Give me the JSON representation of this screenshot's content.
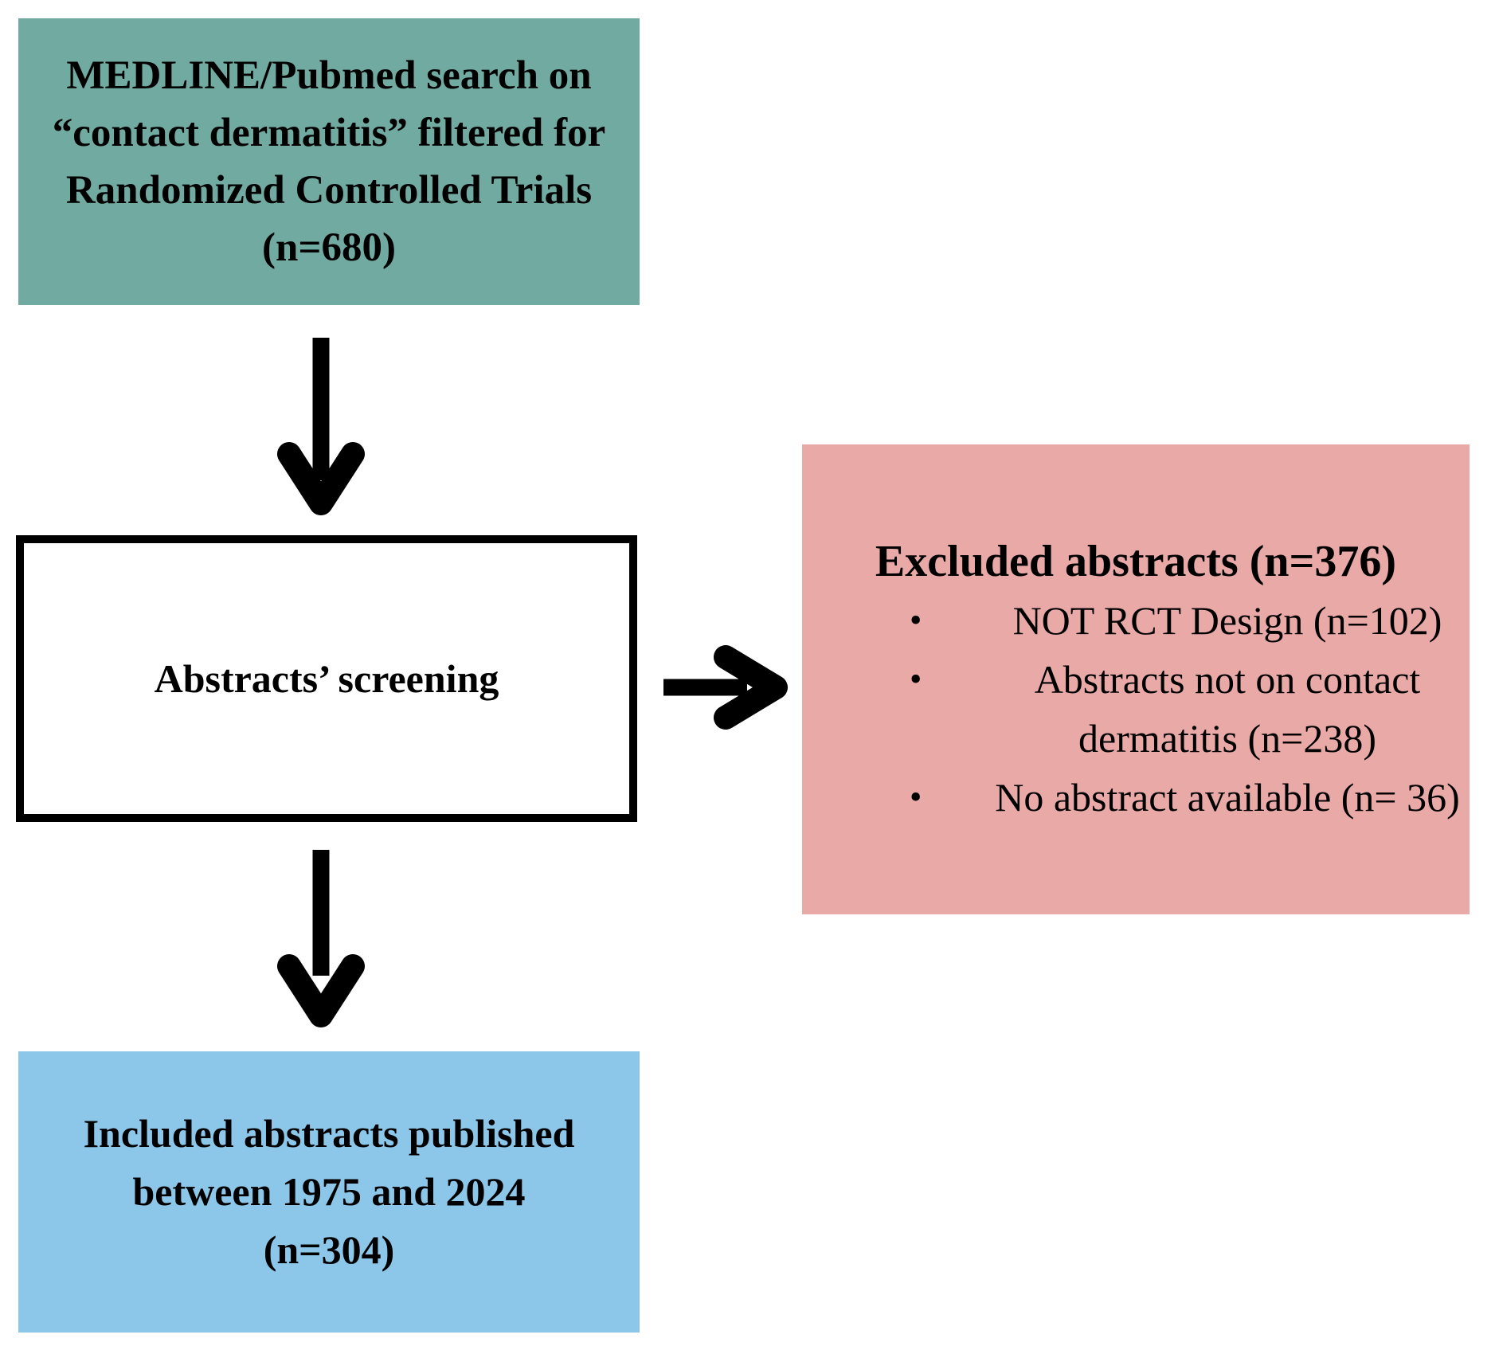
{
  "diagram": {
    "background_color": "#ffffff",
    "arrow_color": "#000000",
    "boxes": {
      "search": {
        "bg_color": "#71aaa0",
        "lines": [
          "MEDLINE/Pubmed search on",
          "“contact dermatitis” filtered for",
          "Randomized Controlled Trials",
          "(n=680)"
        ]
      },
      "screening": {
        "bg_color": "#ffffff",
        "border_color": "#000000",
        "label": "Abstracts’ screening"
      },
      "excluded": {
        "bg_color": "#e9a9a7",
        "title": "Excluded abstracts (n=376)",
        "bullets": [
          "NOT RCT Design (n=102)",
          "Abstracts not on contact dermatitis (n=238)",
          "No abstract available (n= 36)"
        ]
      },
      "included": {
        "bg_color": "#8cc6e9",
        "lines": [
          "Included abstracts published",
          "between 1975 and 2024",
          "(n=304)"
        ]
      }
    }
  }
}
